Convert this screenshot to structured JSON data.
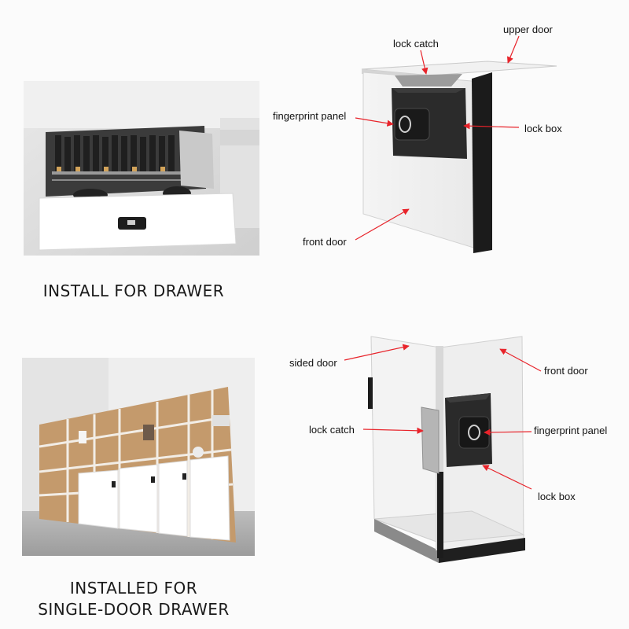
{
  "sections": [
    {
      "caption": "INSTALL FOR DRAWER",
      "labels": {
        "lock_catch": "lock catch",
        "upper_door": "upper door",
        "fingerprint_panel": "fingerprint panel",
        "lock_box": "lock box",
        "front_door": "front door"
      }
    },
    {
      "caption_line1": "INSTALLED FOR",
      "caption_line2": "SINGLE-DOOR DRAWER",
      "labels": {
        "sided_door": "sided door",
        "front_door": "front door",
        "lock_catch": "lock catch",
        "fingerprint_panel": "fingerprint panel",
        "lock_box": "lock box"
      }
    }
  ],
  "colors": {
    "arrow": "#e8232a",
    "lock_body": "#2a2a2a",
    "wood": "#b98a5e"
  }
}
